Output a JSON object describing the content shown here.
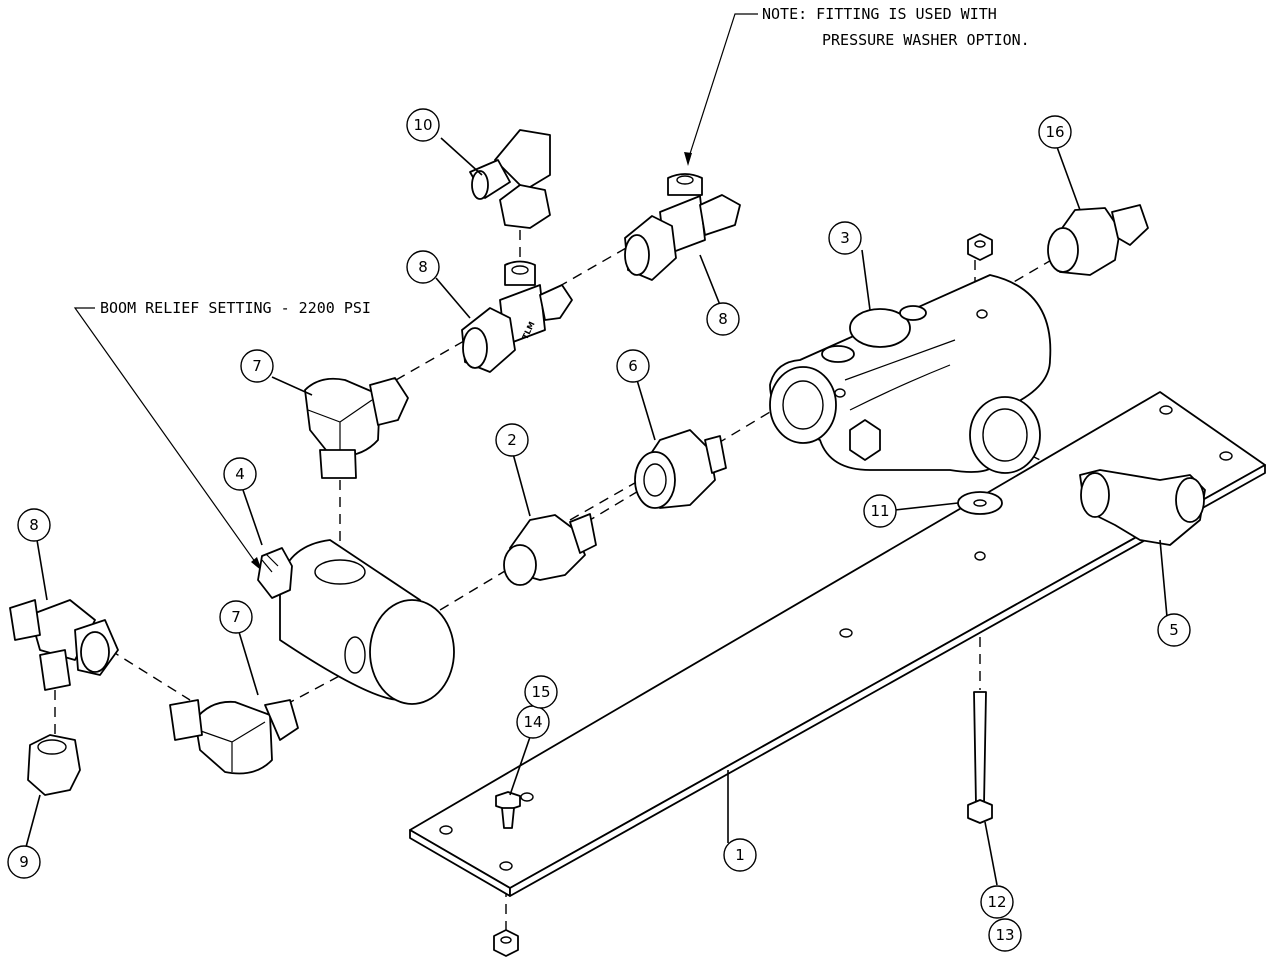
{
  "notes": {
    "fitting_note_line1": "NOTE: FITTING IS USED WITH",
    "fitting_note_line2": "PRESSURE WASHER OPTION.",
    "boom_relief": "BOOM RELIEF SETTING - 2200 PSI"
  },
  "fitting_stamp": "TLM",
  "callouts": {
    "c1": "1",
    "c2": "2",
    "c3": "3",
    "c4": "4",
    "c5": "5",
    "c6": "6",
    "c7a": "7",
    "c7b": "7",
    "c8a": "8",
    "c8b": "8",
    "c8c": "8",
    "c9": "9",
    "c10": "10",
    "c11": "11",
    "c12": "12",
    "c13": "13",
    "c14": "14",
    "c15": "15",
    "c16": "16"
  }
}
